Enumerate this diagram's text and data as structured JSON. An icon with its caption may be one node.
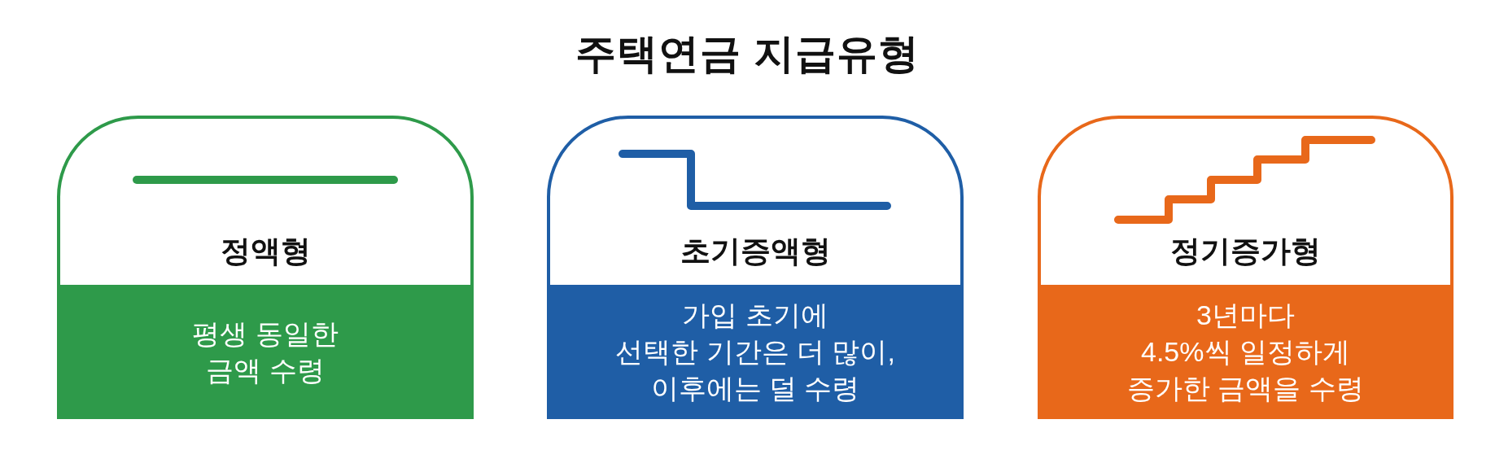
{
  "diagram": {
    "title": "주택연금 지급유형",
    "nodes": [
      {
        "text": [
          "정액형"
        ]
      },
      {
        "text": [
          "평생 동일한 금액 수령"
        ],
        "in": 0
      },
      {
        "text": [
          "초기증액형"
        ]
      },
      {
        "text": [
          "가입 초기에 선택한 기간은 더 많이, 이후에는 덜 수령"
        ],
        "in": 2
      },
      {
        "text": [
          "정기증가형"
        ]
      },
      {
        "text": [
          "3년마다 4.5%씩 일정하게 증가한 금액을 수령"
        ],
        "in": 4
      }
    ]
  }
}
